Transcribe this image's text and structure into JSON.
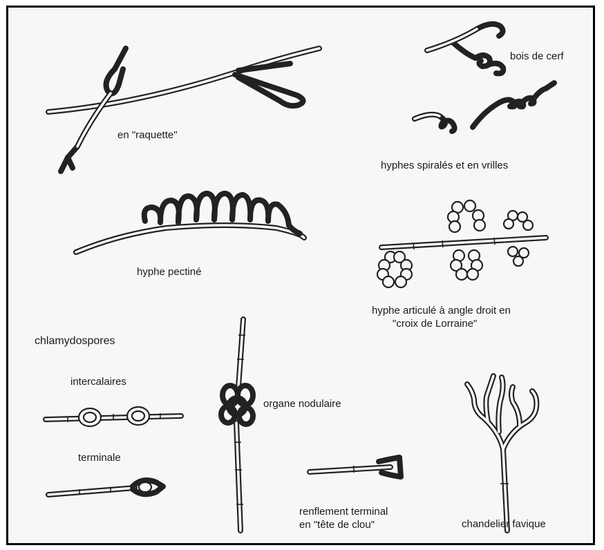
{
  "labels": {
    "raquette": "en \"raquette\"",
    "bois_de_cerf": "bois de cerf",
    "spirales": "hyphes spiralés et en vrilles",
    "pectine": "hyphe pectiné",
    "articule_line1": "hyphe articulé à angle droit en",
    "articule_line2": "\"croix de Lorraine\"",
    "chlamydospores": "chlamydospores",
    "intercalaires": "intercalaires",
    "terminale": "terminale",
    "organe_nodulaire": "organe nodulaire",
    "tete_line1": "renflement terminal",
    "tete_line2": "en \"tête de clou\"",
    "chandelier": "chandelier favique"
  }
}
